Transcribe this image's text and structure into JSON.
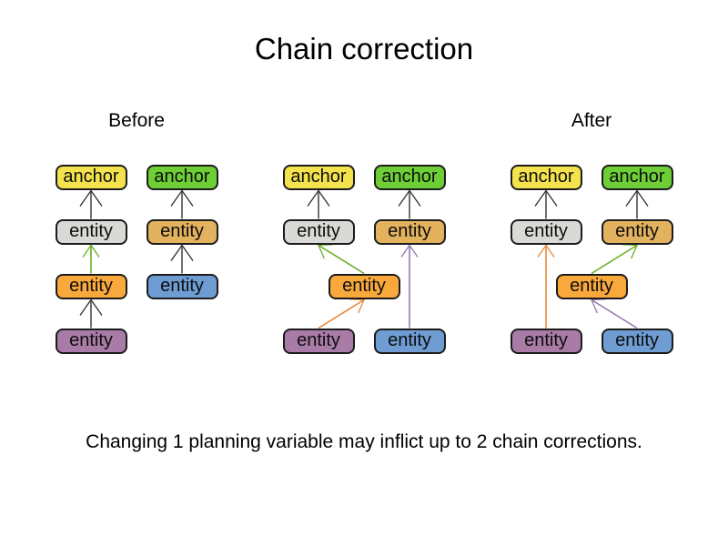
{
  "title": "Chain correction",
  "panel_labels": {
    "before": "Before",
    "after": "After"
  },
  "caption": "Changing 1 planning variable may inflict up to 2 chain corrections.",
  "node_labels": {
    "anchor": "anchor",
    "entity": "entity"
  },
  "node_colors": {
    "anchor_yellow": "#F4E24D",
    "anchor_green": "#6DCE35",
    "entity_gray": "#D9DAD5",
    "entity_tan": "#E3B25F",
    "entity_orange": "#F9A83C",
    "entity_blue": "#6E9CD3",
    "entity_purple": "#A97BA7"
  },
  "arrow_colors": {
    "gray": {
      "line": "#707070",
      "head": "#2E2E2E"
    },
    "green": {
      "line": "#6AAB25",
      "head": "#6AAB25"
    },
    "orange": {
      "line": "#E8883A",
      "head": "#E8883A"
    },
    "purple": {
      "line": "#9678AC",
      "head": "#9678AC"
    }
  },
  "panels": [
    {
      "name": "before",
      "nodes": [
        {
          "id": "a1",
          "type": "anchor",
          "color": "anchor_yellow",
          "col": 0,
          "row": 0
        },
        {
          "id": "a2",
          "type": "anchor",
          "color": "anchor_green",
          "col": 1,
          "row": 0
        },
        {
          "id": "e1",
          "type": "entity",
          "color": "entity_gray",
          "col": 0,
          "row": 1
        },
        {
          "id": "e4",
          "type": "entity",
          "color": "entity_tan",
          "col": 1,
          "row": 1
        },
        {
          "id": "e2",
          "type": "entity",
          "color": "entity_orange",
          "col": 0,
          "row": 2
        },
        {
          "id": "e5",
          "type": "entity",
          "color": "entity_blue",
          "col": 1,
          "row": 2
        },
        {
          "id": "e3",
          "type": "entity",
          "color": "entity_purple",
          "col": 0,
          "row": 3
        }
      ],
      "arrows": [
        {
          "from": "e1",
          "to": "a1",
          "color": "gray"
        },
        {
          "from": "e2",
          "to": "e1",
          "color": "green"
        },
        {
          "from": "e3",
          "to": "e2",
          "color": "gray"
        },
        {
          "from": "e4",
          "to": "a2",
          "color": "gray"
        },
        {
          "from": "e5",
          "to": "e4",
          "color": "gray"
        }
      ]
    },
    {
      "name": "middle",
      "nodes": [
        {
          "id": "a1",
          "type": "anchor",
          "color": "anchor_yellow",
          "col": 0,
          "row": 0
        },
        {
          "id": "a2",
          "type": "anchor",
          "color": "anchor_green",
          "col": 1,
          "row": 0
        },
        {
          "id": "e1",
          "type": "entity",
          "color": "entity_gray",
          "col": 0,
          "row": 1
        },
        {
          "id": "e4",
          "type": "entity",
          "color": "entity_tan",
          "col": 1,
          "row": 1
        },
        {
          "id": "e2",
          "type": "entity",
          "color": "entity_orange",
          "col": 0.5,
          "row": 2
        },
        {
          "id": "e3",
          "type": "entity",
          "color": "entity_purple",
          "col": 0,
          "row": 3
        },
        {
          "id": "e5",
          "type": "entity",
          "color": "entity_blue",
          "col": 1,
          "row": 3
        }
      ],
      "arrows": [
        {
          "from": "e1",
          "to": "a1",
          "color": "gray"
        },
        {
          "from": "e4",
          "to": "a2",
          "color": "gray"
        },
        {
          "from": "e2",
          "to": "e1",
          "color": "green"
        },
        {
          "from": "e3",
          "to": "e2",
          "color": "orange"
        },
        {
          "from": "e5",
          "to": "e4",
          "color": "purple"
        }
      ]
    },
    {
      "name": "after",
      "nodes": [
        {
          "id": "a1",
          "type": "anchor",
          "color": "anchor_yellow",
          "col": 0,
          "row": 0
        },
        {
          "id": "a2",
          "type": "anchor",
          "color": "anchor_green",
          "col": 1,
          "row": 0
        },
        {
          "id": "e1",
          "type": "entity",
          "color": "entity_gray",
          "col": 0,
          "row": 1
        },
        {
          "id": "e4",
          "type": "entity",
          "color": "entity_tan",
          "col": 1,
          "row": 1
        },
        {
          "id": "e2",
          "type": "entity",
          "color": "entity_orange",
          "col": 0.5,
          "row": 2
        },
        {
          "id": "e3",
          "type": "entity",
          "color": "entity_purple",
          "col": 0,
          "row": 3
        },
        {
          "id": "e5",
          "type": "entity",
          "color": "entity_blue",
          "col": 1,
          "row": 3
        }
      ],
      "arrows": [
        {
          "from": "e1",
          "to": "a1",
          "color": "gray"
        },
        {
          "from": "e4",
          "to": "a2",
          "color": "gray"
        },
        {
          "from": "e3",
          "to": "e1",
          "color": "orange"
        },
        {
          "from": "e2",
          "to": "e4",
          "color": "green"
        },
        {
          "from": "e5",
          "to": "e2",
          "color": "purple"
        }
      ]
    }
  ]
}
